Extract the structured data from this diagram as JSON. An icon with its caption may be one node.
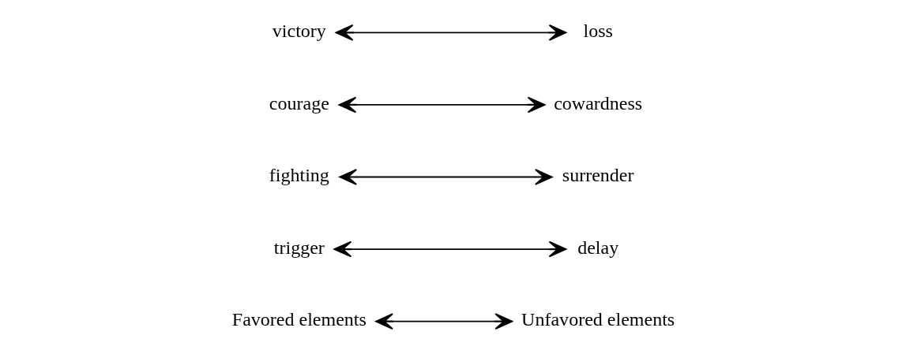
{
  "diagram": {
    "nodes": [
      {
        "text": [
          "Favored elements"
        ]
      },
      {
        "text": [
          "Unfavored elements"
        ]
      },
      {
        "text": [
          "trigger"
        ]
      },
      {
        "text": [
          "delay"
        ]
      },
      {
        "text": [
          "fighting"
        ]
      },
      {
        "text": [
          "surrender"
        ]
      },
      {
        "text": [
          "courage"
        ]
      },
      {
        "text": [
          "cowardness"
        ]
      },
      {
        "text": [
          "victory"
        ]
      },
      {
        "text": [
          "loss"
        ]
      }
    ],
    "edges": [
      {
        "from": 0,
        "to": 1,
        "arrow": "both"
      },
      {
        "from": 2,
        "to": 3,
        "arrow": "both"
      },
      {
        "from": 4,
        "to": 5,
        "arrow": "both"
      },
      {
        "from": 6,
        "to": 7,
        "arrow": "both"
      },
      {
        "from": 8,
        "to": 9,
        "arrow": "both"
      }
    ]
  }
}
